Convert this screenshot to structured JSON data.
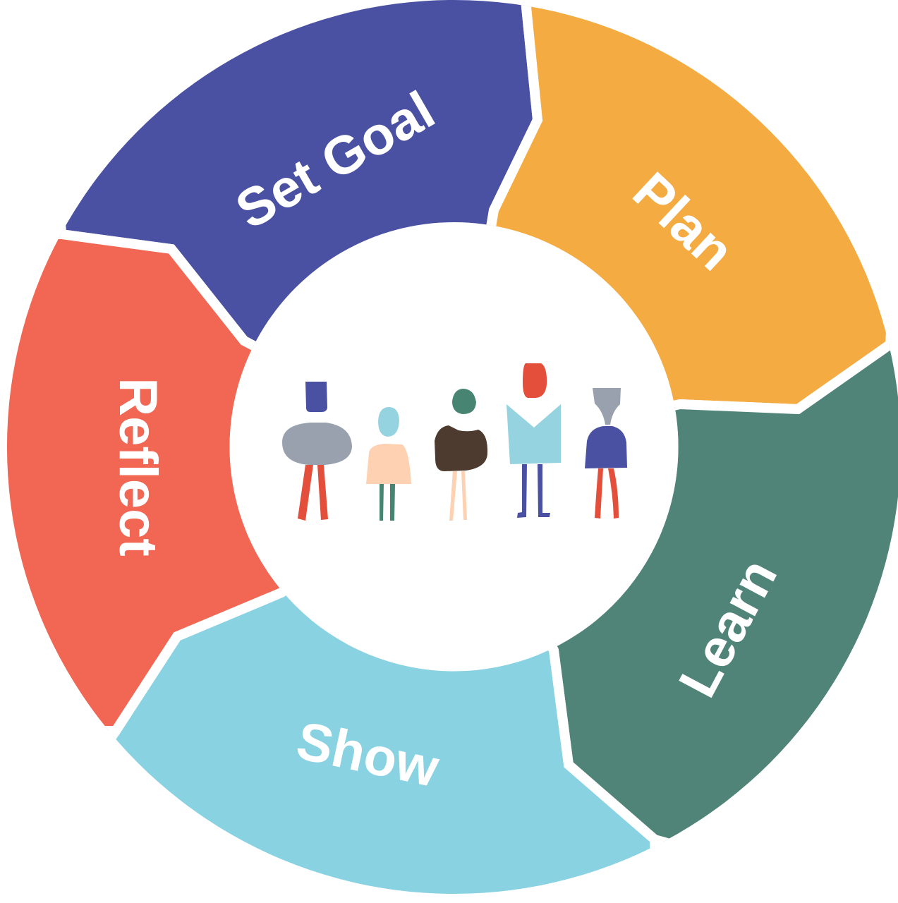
{
  "stages": [
    {
      "label": "Set Goal",
      "color": "#4a51a3"
    },
    {
      "label": "Plan",
      "color": "#f3ab42"
    },
    {
      "label": "Learn",
      "color": "#518478"
    },
    {
      "label": "Show",
      "color": "#89d2e2"
    },
    {
      "label": "Reflect",
      "color": "#f16754"
    }
  ],
  "center": {
    "icon": "group-of-people-icon",
    "colors": {
      "indigo": "#4a51a3",
      "gray": "#98a1ad",
      "red": "#e34f3a",
      "light_blue": "#96d3e0",
      "peach": "#fdd1b2",
      "green": "#478472",
      "brown": "#4e3b2f"
    }
  }
}
